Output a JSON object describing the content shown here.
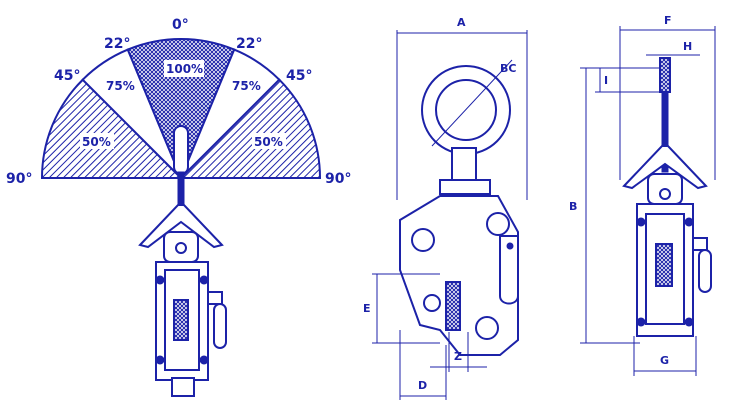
{
  "angle_chart": {
    "angles": {
      "top": "0°",
      "upper_left": "22°",
      "upper_right": "22°",
      "mid_left": "45°",
      "mid_right": "45°",
      "far_left": "90°",
      "far_right": "90°"
    },
    "capacities": {
      "center": "100%",
      "upper_left": "75%",
      "upper_right": "75%",
      "lower_left": "50%",
      "lower_right": "50%"
    }
  },
  "side_view": {
    "dimensions": {
      "A": "A",
      "BC": "BC",
      "E": "E",
      "Z": "Z",
      "D": "D"
    }
  },
  "front_view": {
    "dimensions": {
      "F": "F",
      "H": "H",
      "I": "I",
      "B": "B",
      "G": "G"
    }
  },
  "colors": {
    "line": "#1c22a8",
    "background": "#ffffff"
  }
}
